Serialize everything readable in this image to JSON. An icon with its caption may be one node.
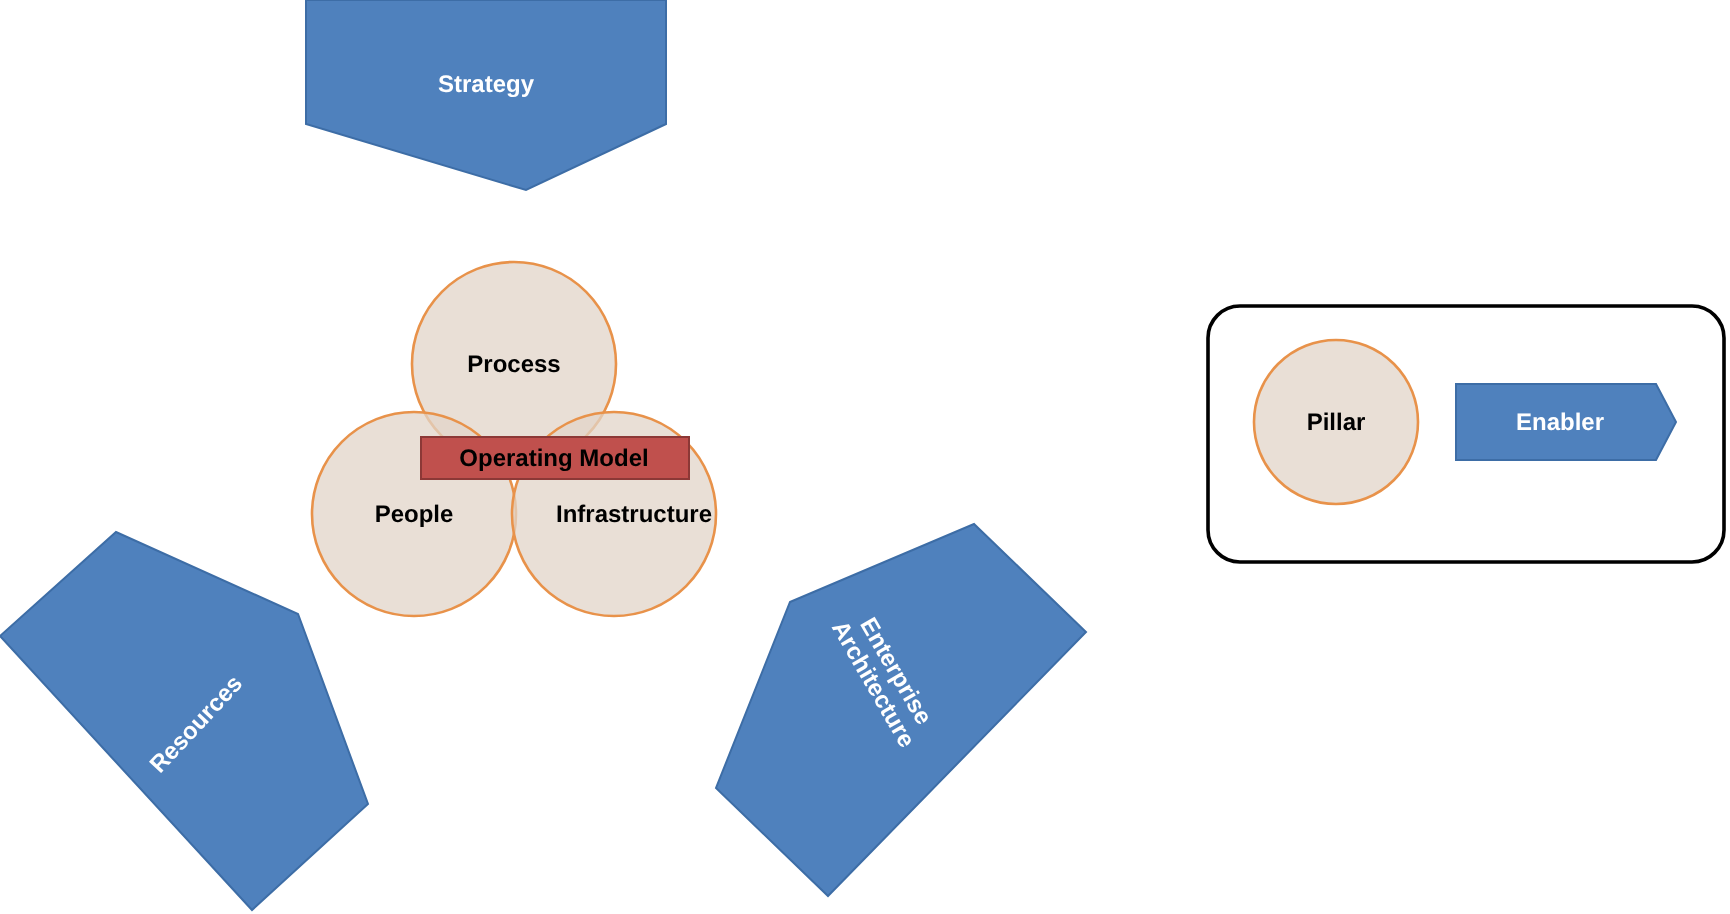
{
  "diagram": {
    "nodes": [
      {
        "text": [
          "Strategy"
        ]
      },
      {
        "text": [
          "Process"
        ]
      },
      {
        "text": [
          "People"
        ]
      },
      {
        "text": [
          "Infrastructure"
        ]
      },
      {
        "text": [
          "Operating Model"
        ]
      },
      {
        "text": [
          "Resources"
        ]
      },
      {
        "text": [
          "Enterprise Architecture"
        ]
      },
      {
        "text": [],
        "shape": "box"
      },
      {
        "text": [
          "Pillar"
        ],
        "in": 7
      },
      {
        "text": [
          "Enabler"
        ],
        "in": 7
      }
    ],
    "edges": []
  }
}
